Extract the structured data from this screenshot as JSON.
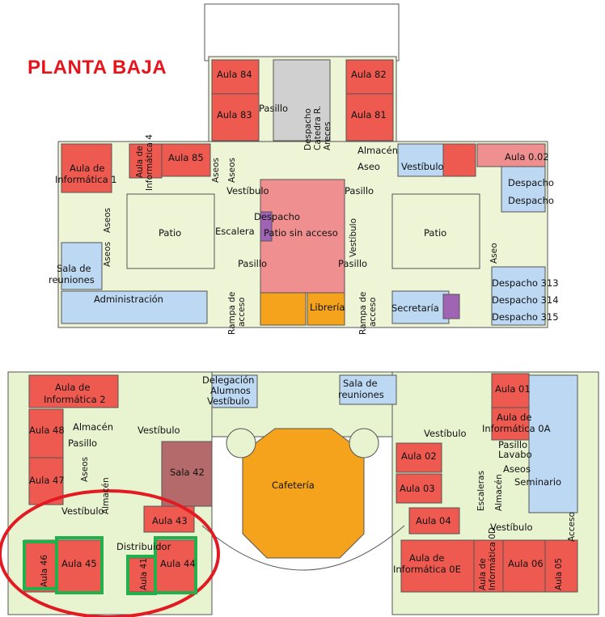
{
  "title": "PLANTA BAJA",
  "colors": {
    "aula": "#ef5a50",
    "office": "#bcd8f2",
    "patio": "#eef5d6",
    "corridor": "#e8f3d0",
    "cafeteria": "#f5a31c",
    "pink": "#ef8f8f",
    "sala42": "#b46a6a",
    "gray": "#d0d0d0",
    "purple": "#a064b4",
    "highlight_ellipse": "#e21a22",
    "highlight_box": "#22b04a"
  },
  "labels": {
    "aula84": "Aula 84",
    "aula82": "Aula 82",
    "aula83": "Aula 83",
    "aula81": "Aula 81",
    "pasillo_top": "Pasillo",
    "despacho_v": "Despacho",
    "catedra": "Catedra R.",
    "areces": "Areces",
    "aula_info1_a": "Aula de",
    "aula_info1_b": "Informática 1",
    "aula_info4_a": "Aula de",
    "aula_info4_b": "Informática 4",
    "aula85": "Aula 85",
    "aseos_a": "Aseos",
    "aseos_b": "Aseos",
    "almacen_top": "Almacén",
    "aseo_top": "Aseo",
    "vestibulo_tr": "Vestíbulo",
    "aula002": "Aula 0.02",
    "despacho_r1": "Despacho",
    "despacho_r2": "Despacho",
    "vestibulo_l": "Vestíbulo",
    "pasillo_mr": "Pasillo",
    "patio_left": "Patio",
    "patio_right": "Patio",
    "escalera": "Escalera",
    "despacho_c": "Despacho",
    "patio_sin": "Patio sin acceso",
    "aseos_l1": "Aseos",
    "aseos_l2": "Aseos",
    "vestibulo_v": "Vestíbulo",
    "aseo_v": "Aseo",
    "sala_reun_a": "Sala de",
    "sala_reun_b": "reuniones",
    "pasillo_ml": "Pasillo",
    "pasillo_mr2": "Pasillo",
    "despacho313": "Despacho 313",
    "despacho314": "Despacho 314",
    "despacho315": "Despacho 315",
    "administracion": "Administración",
    "rampa_l_a": "Rampa de",
    "rampa_l_b": "acceso",
    "libreria": "Librería",
    "rampa_r_a": "Rampa de",
    "rampa_r_b": "acceso",
    "secretaria": "Secretaría",
    "delegacion_a": "Delegación",
    "delegacion_b": "Alumnos",
    "vestibulo_del": "Vestíbulo",
    "sala_reun2_a": "Sala de",
    "sala_reun2_b": "reuniones",
    "aula_info2_a": "Aula de",
    "aula_info2_b": "Informática 2",
    "almacen_l": "Almacén",
    "aula48": "Aula 48",
    "vestibulo_bl": "Vestíbulo",
    "pasillo_bl": "Pasillo",
    "sala42": "Sala 42",
    "aula47": "Aula 47",
    "aseos_bl": "Aseos",
    "almacen_bl_v": "Almacén",
    "cafeteria": "Cafetería",
    "vestibulo_bc": "Vestíbulo",
    "aula01": "Aula 01",
    "aula_info0a_a": "Aula de",
    "aula_info0a_b": "Informática 0A",
    "aula02": "Aula 02",
    "pasillo_br": "Pasillo",
    "lavabo": "Lavabo",
    "aseos_br": "Aseos",
    "seminario": "Seminario",
    "escaleras": "Escaleras",
    "almacen_br_v": "Almacén",
    "aula03": "Aula 03",
    "vestibulo_bl2": "Vestíbulo",
    "aula43": "Aula 43",
    "distribuidor": "Distribuidor",
    "aula46": "Aula 46",
    "aula45": "Aula 45",
    "aula41": "Aula 41",
    "aula44": "Aula 44",
    "aula04": "Aula 04",
    "vestibulo_br2": "Vestíbulo",
    "acceso": "Acceso",
    "aula_info0e_a": "Aula de",
    "aula_info0e_b": "Informática 0E",
    "aula_info0d_a": "Aula de",
    "aula_info0d_b": "Informática 0D",
    "aula06": "Aula 06",
    "aula05": "Aula 05"
  }
}
